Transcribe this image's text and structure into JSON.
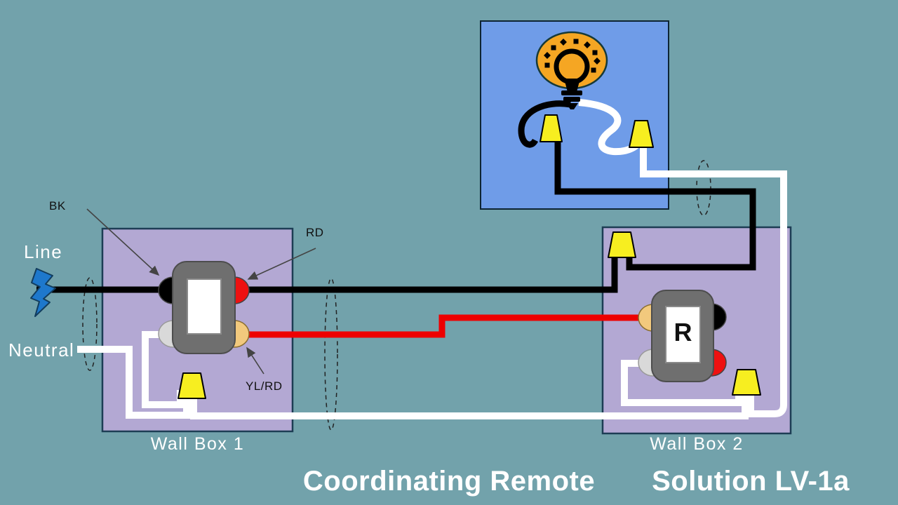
{
  "slide": {
    "titles": {
      "left": "Coordinating Remote",
      "right": "Solution LV-1a"
    }
  },
  "power": {
    "line_label": "Line",
    "neutral_label": "Neutral"
  },
  "wall_box_1": {
    "caption": "Wall Box 1",
    "terminal_labels": {
      "bk": "BK",
      "rd": "RD",
      "yl_rd": "YL/RD"
    }
  },
  "wall_box_2": {
    "caption": "Wall Box 2",
    "remote_letter": "R"
  },
  "icons": {
    "power_source": "lightning-bolt",
    "light_fixture": "light-bulb",
    "wire_connector": "wire-nut-cone",
    "cable_marker": "dashed-ellipse"
  },
  "colors": {
    "background": "#72A2AB",
    "wall_box_fill": "#B3A8D3",
    "wall_box_border": "#1D3D54",
    "light_box_fill": "#6F9CE8",
    "light_box_border": "#0E2433",
    "wire_black": "#000000",
    "wire_white": "#FFFFFF",
    "wire_red": "#EE0000",
    "wire_nut_yellow": "#F7EE20",
    "switch_body_gray": "#6F6F6F",
    "terminal_black": "#000000",
    "terminal_red": "#EE1111",
    "terminal_white": "#D9D9D9",
    "terminal_yellow_red": "#F2C97D",
    "bulb_orange": "#F5A623",
    "bolt_blue": "#1E78CC",
    "label_white": "#FFFFFF",
    "label_black": "#111111",
    "arrow_gray": "#444444"
  }
}
